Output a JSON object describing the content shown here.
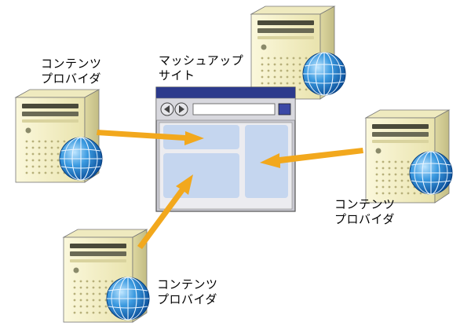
{
  "mashup_site": {
    "line1": "マッシュアップ",
    "line2": "サイト"
  },
  "providers": [
    {
      "id": "left",
      "line1": "コンテンツ",
      "line2": "プロバイダ"
    },
    {
      "id": "top",
      "line1": "",
      "line2": ""
    },
    {
      "id": "right",
      "line1": "コンテンツ",
      "line2": "プロバイダ"
    },
    {
      "id": "bottom",
      "line1": "コンテンツ",
      "line2": "プロバイダ"
    }
  ],
  "colors": {
    "arrow": "#f2a81d",
    "server_body": "#f4f0c4",
    "server_shadow": "#d8d29a",
    "browser_titlebar": "#2c3a8c",
    "browser_frame": "#c9c9d1",
    "browser_panel": "#c5d6ef",
    "globe": "#1f78c8"
  },
  "icons": [
    "server-icon",
    "globe-icon",
    "browser-window-icon",
    "arrow-icon"
  ]
}
